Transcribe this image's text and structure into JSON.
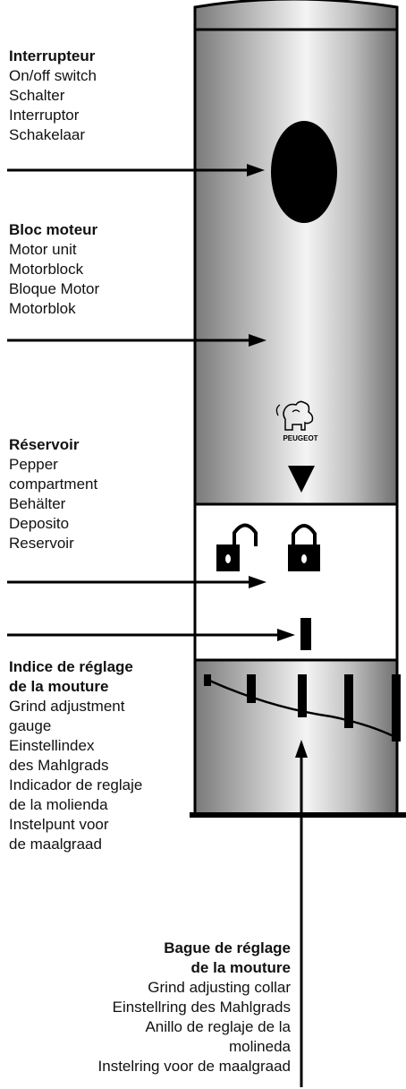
{
  "labels": {
    "switch": {
      "title": "Interrupteur",
      "lines": [
        "On/off switch",
        "Schalter",
        "Interruptor",
        "Schakelaar"
      ]
    },
    "motor": {
      "title": "Bloc moteur",
      "lines": [
        "Motor unit",
        "Motorblock",
        "Bloque  Motor",
        "Motorblok"
      ]
    },
    "reservoir": {
      "title": "Réservoir",
      "lines": [
        "Pepper",
        "compartment",
        "Behälter",
        "Deposito",
        "Reservoir"
      ]
    },
    "index": {
      "title": [
        "Indice de réglage",
        "de la mouture"
      ],
      "lines": [
        "Grind adjustment",
        "gauge",
        "Einstellindex",
        "des Mahlgrads",
        "Indicador de reglaje",
        "de la molienda",
        "Instelpunt voor",
        "de maalgraad"
      ]
    },
    "collar": {
      "title": [
        "Bague de réglage",
        "de la mouture"
      ],
      "lines": [
        "Grind adjusting collar",
        "Einstellring des Mahlgrads",
        "Anillo de reglaje de la",
        "molineda",
        "Instelring voor de maalgraad"
      ]
    }
  },
  "brand": {
    "name": "PEUGEOT"
  },
  "colors": {
    "ink": "#000000",
    "body_dark": "#7a7a7a",
    "body_light": "#f2f2f2"
  }
}
